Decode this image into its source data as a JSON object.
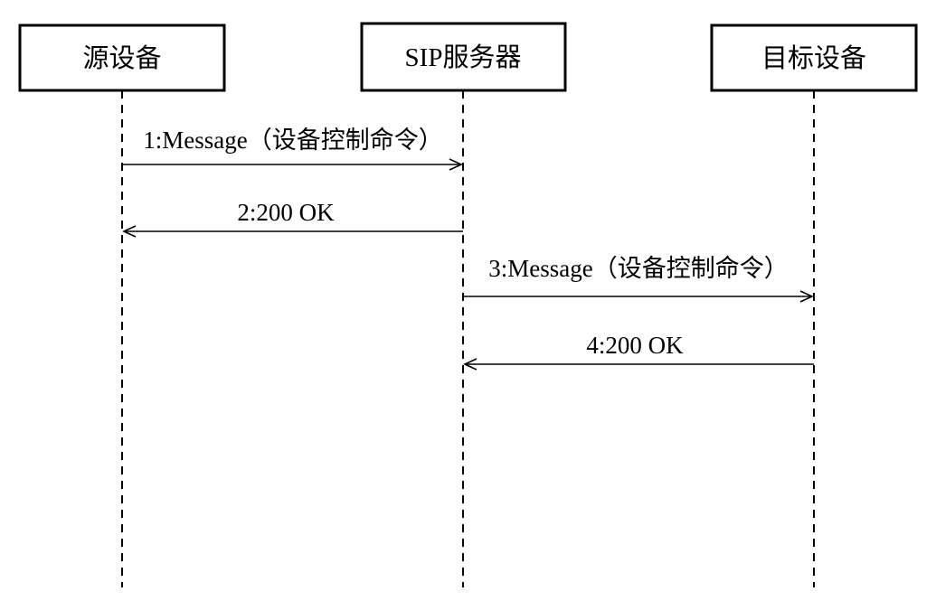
{
  "diagram": {
    "type": "sequence-diagram",
    "colors": {
      "line": "#000000",
      "background": "#ffffff"
    },
    "actors": [
      {
        "label": "源设备"
      },
      {
        "label": "SIP服务器"
      },
      {
        "label": "目标设备"
      }
    ],
    "messages": [
      {
        "label": "1:Message（设备控制命令）",
        "from": "源设备",
        "to": "SIP服务器",
        "direction": "right"
      },
      {
        "label": "2:200 OK",
        "from": "SIP服务器",
        "to": "源设备",
        "direction": "left"
      },
      {
        "label": "3:Message（设备控制命令）",
        "from": "SIP服务器",
        "to": "目标设备",
        "direction": "right"
      },
      {
        "label": "4:200 OK",
        "from": "目标设备",
        "to": "SIP服务器",
        "direction": "left"
      }
    ]
  }
}
